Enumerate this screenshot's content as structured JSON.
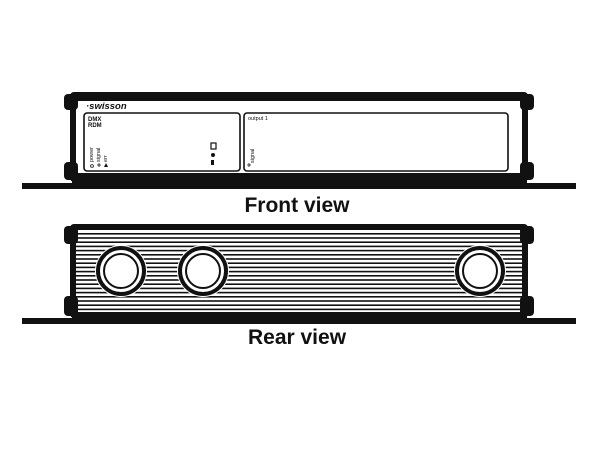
{
  "front_view": {
    "brand": "·swisson",
    "input_label_line1": "DMX",
    "input_label_line2": "RDM",
    "indicator_labels": [
      "power",
      "signal",
      "err"
    ],
    "output_label": "output 1",
    "output_indicator_label": "signal",
    "caption": "Front view"
  },
  "rear_view": {
    "caption": "Rear view",
    "connector_count": 3
  },
  "colors": {
    "stroke": "#111111",
    "background": "#ffffff"
  }
}
